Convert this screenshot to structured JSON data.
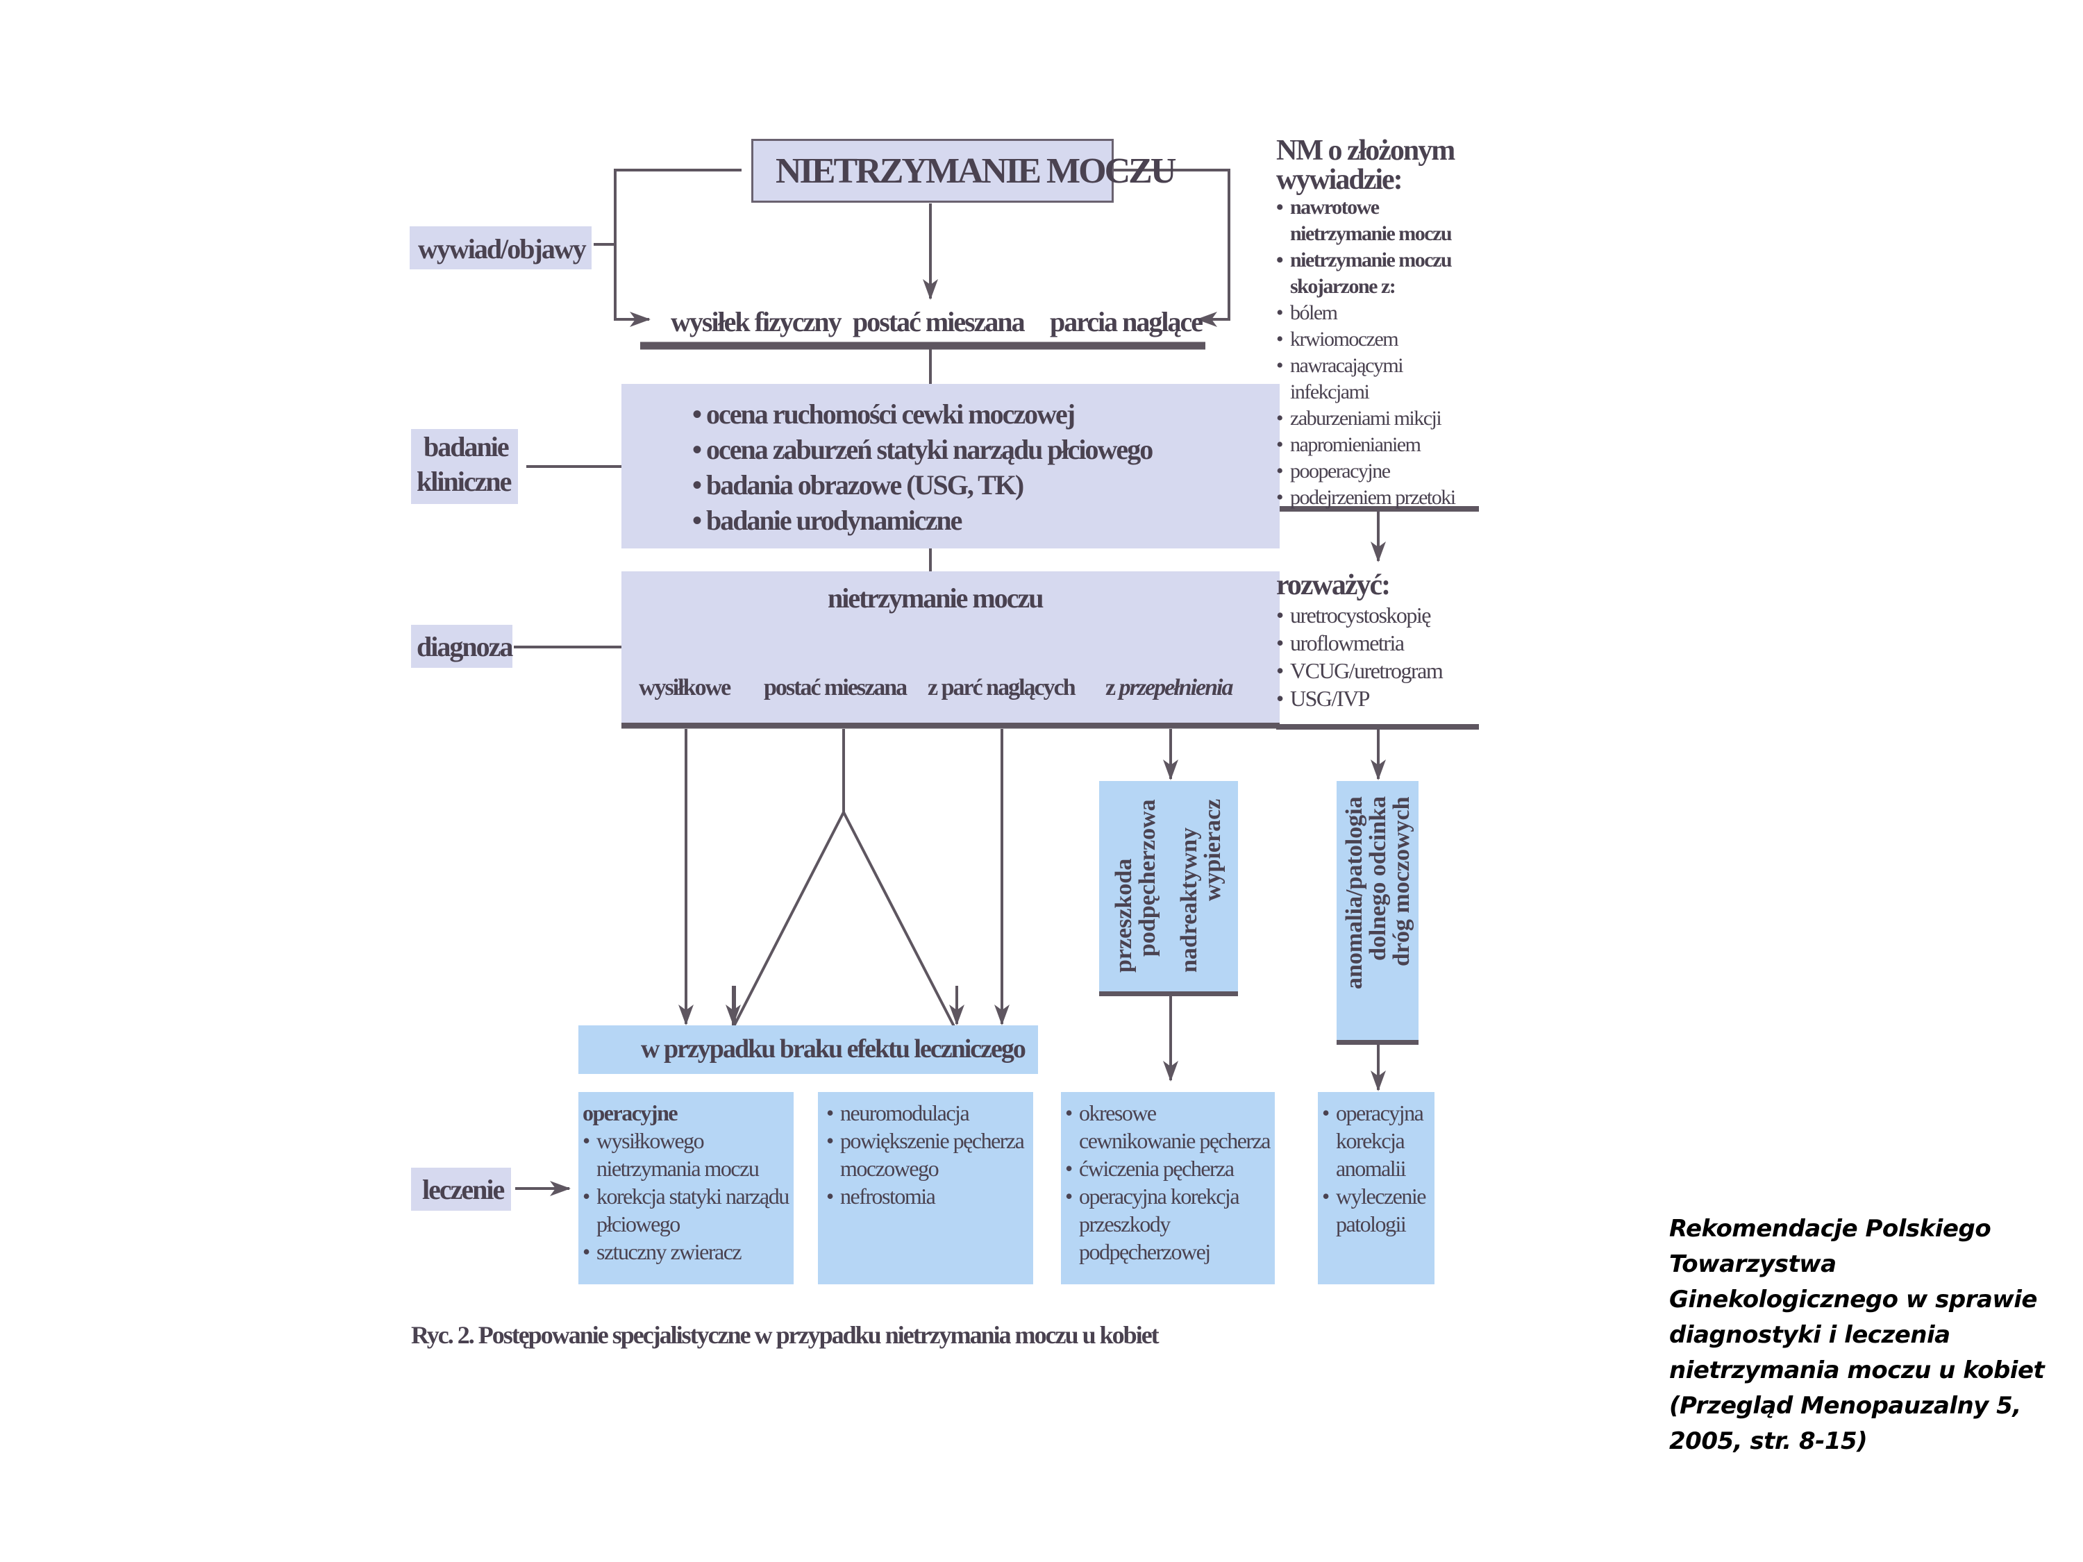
{
  "diagram": {
    "top_box": "NIETRZYMANIE MOCZU",
    "stage_labels": {
      "history": "wywiad/objawy",
      "exam": [
        "badanie",
        "kliniczne"
      ],
      "diagnosis": "diagnoza",
      "treatment": "leczenie"
    },
    "symptoms": [
      "wysiłek fizyczny",
      "postać mieszana",
      "parcia naglące"
    ],
    "exam_items": [
      "ocena ruchomości cewki moczowej",
      "ocena zaburzeń statyki narządu płciowego",
      "badania obrazowe (USG, TK)",
      "badanie urodynamiczne"
    ],
    "diagnosis_header": "nietrzymanie moczu",
    "diagnosis_types": [
      "wysiłkowe",
      "postać mieszana",
      "z parć naglących",
      "z "
    ],
    "diagnosis_type_italic": "przepełnienia",
    "complex_history": {
      "title": [
        "NM o złożonym",
        "wywiadzie:"
      ],
      "bold_items": [
        [
          "nawrotowe",
          "nietrzymanie moczu"
        ],
        [
          "nietrzymanie moczu",
          "skojarzone z:"
        ]
      ],
      "items": [
        "bólem",
        "krwiomoczem",
        "nawracającymi infekcjami",
        "zaburzeniami mikcji",
        "napromienianiem",
        "pooperacyjne",
        "podejrzeniem przetoki"
      ]
    },
    "consider": {
      "title": "rozważyć:",
      "items": [
        "uretrocystoskopię",
        "uroflowmetria",
        "VCUG/uretrogram",
        "USG/IVP"
      ]
    },
    "vertical_boxes": {
      "obstruction": [
        "przeszkoda",
        "podpęcherzowa",
        "nadreaktywny",
        "wypieracz"
      ],
      "anomaly": [
        "anomalia/patologia",
        "dolnego odcinka",
        "dróg moczowych"
      ]
    },
    "no_effect_box": "w przypadku braku efektu leczniczego",
    "treatment_boxes": {
      "surgical": {
        "title": "operacyjne",
        "items": [
          "wysiłkowego nietrzymania moczu",
          "korekcja statyki narządu płciowego",
          "sztuczny zwieracz"
        ]
      },
      "other": {
        "items": [
          "neuromodulacja",
          "powiększenie pęcherza moczowego",
          "nefrostomia"
        ]
      },
      "overflow": {
        "items": [
          "okresowe cewnikowanie pęcherza",
          "ćwiczenia pęcherza",
          "operacyjna korekcja przeszkody podpęcherzowej"
        ]
      },
      "anomaly": {
        "items": [
          "operacyjna korekcja anomalii",
          "wyleczenie patologii"
        ]
      }
    },
    "caption": "Ryc. 2. Postępowanie specjalistyczne w przypadku nietrzymania moczu u kobiet"
  },
  "citation": "Rekomendacje Polskiego Towarzystwa Ginekologicznego w sprawie diagnostyki i leczenia nietrzymania moczu u kobiet (Przegląd Menopauzalny  5, 2005,  str. 8-15)",
  "colors": {
    "line": "#5e5660",
    "lavender_box": "#d6d9ef",
    "blue_box": "#b6d6f5",
    "text": "#4a4250"
  }
}
